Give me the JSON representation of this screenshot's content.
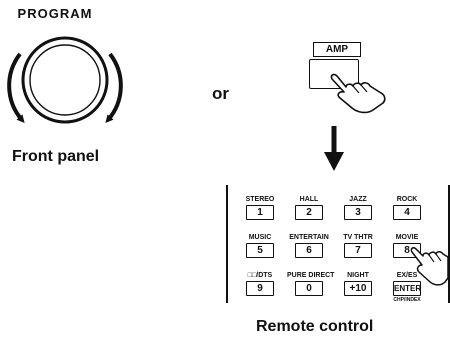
{
  "front_panel": {
    "program_label": "PROGRAM",
    "caption": "Front panel"
  },
  "connector": {
    "or_label": "or"
  },
  "amp_key": {
    "label": "AMP"
  },
  "remote": {
    "caption": "Remote control",
    "rows": [
      [
        {
          "top": "STEREO",
          "key": "1"
        },
        {
          "top": "HALL",
          "key": "2"
        },
        {
          "top": "JAZZ",
          "key": "3"
        },
        {
          "top": "ROCK",
          "key": "4"
        }
      ],
      [
        {
          "top": "MUSIC",
          "key": "5"
        },
        {
          "top": "ENTERTAIN",
          "key": "6"
        },
        {
          "top": "TV THTR",
          "key": "7"
        },
        {
          "top": "MOVIE",
          "key": "8"
        }
      ],
      [
        {
          "top": "□□/DTS",
          "key": "9"
        },
        {
          "top": "PURE DIRECT",
          "key": "0"
        },
        {
          "top": "NIGHT",
          "key": "+10"
        },
        {
          "top": "EX/ES",
          "key": "ENTER",
          "bottom": "CHP/INDEX"
        }
      ]
    ]
  }
}
